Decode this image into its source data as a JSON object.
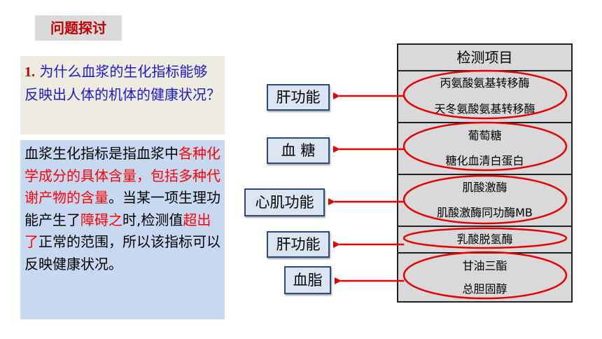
{
  "title": "问题探讨",
  "question": {
    "number": "1.",
    "text": "为什么血浆的生化指标能够反映出人体的机体的健康状况？"
  },
  "answer": [
    {
      "text": "血浆生化指标是指血浆中",
      "red": false
    },
    {
      "text": "各种化学成分的具体含量，包括多种代谢产物的含量",
      "red": true
    },
    {
      "text": "。当某一项生理功能产生了",
      "red": false
    },
    {
      "text": "障碍之",
      "red": true
    },
    {
      "text": "时,检测值",
      "red": false
    },
    {
      "text": "超出了",
      "red": true
    },
    {
      "text": "正常的范围，所以该指标可以反映健康状况。",
      "red": false
    }
  ],
  "table": {
    "header": "检测项目",
    "items": [
      "丙氨酸氨基转移酶",
      "天冬氨酸氨基转移酶",
      "葡萄糖",
      "糖化血清白蛋白",
      "肌酸激酶",
      "肌酸激酶同功酶MB",
      "乳酸脱氢酶",
      "甘油三酯",
      "总胆固醇"
    ]
  },
  "labels": [
    "肝功能",
    "血   糖",
    "心肌功能",
    "肝功能",
    "血脂"
  ],
  "colors": {
    "accent_red": "#c00000",
    "ellipse_red": "#e60000",
    "question_blue": "#1a1acc",
    "answer_bg": "#c6d9f1",
    "question_bg": "#eeece1"
  }
}
